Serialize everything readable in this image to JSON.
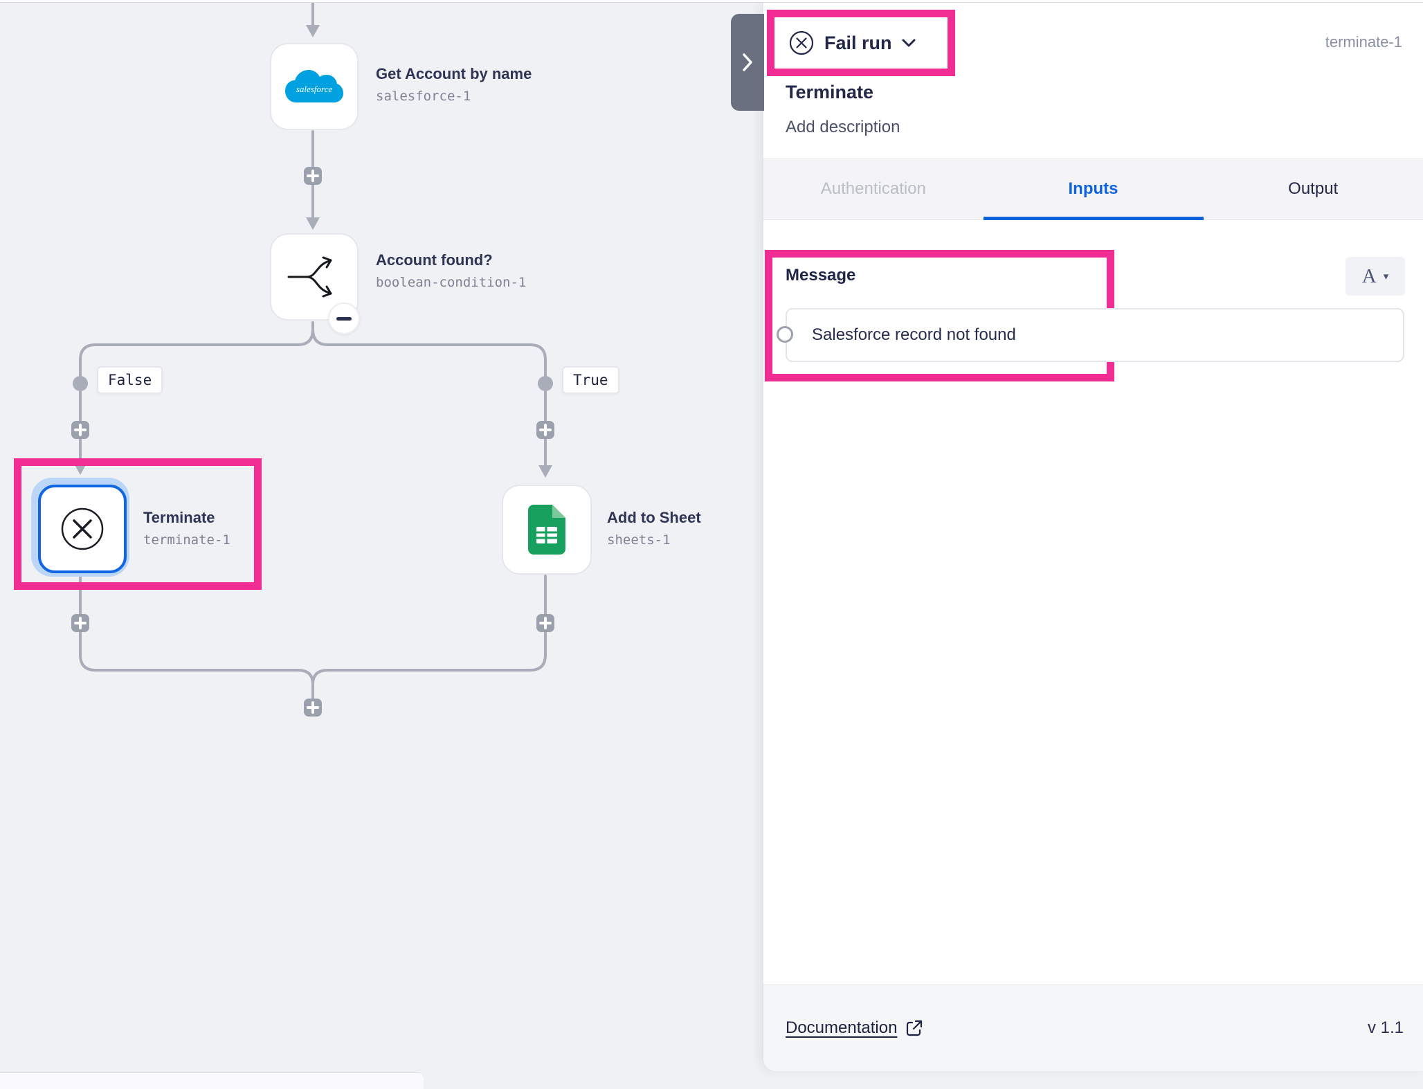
{
  "colors": {
    "accent_pink": "#F12D94",
    "primary_blue": "#0F62DD",
    "selected_node_border": "#1266E3",
    "connector_gray": "#A9ADB9",
    "salesforce_blue": "#00A1E0",
    "sheets_green": "#17A05E"
  },
  "canvas": {
    "nodes": [
      {
        "title": "Get Account by name",
        "subtitle": "salesforce-1"
      },
      {
        "title": "Account found?",
        "subtitle": "boolean-condition-1"
      },
      {
        "title": "Terminate",
        "subtitle": "terminate-1"
      },
      {
        "title": "Add to Sheet",
        "subtitle": "sheets-1"
      }
    ],
    "branches": {
      "false_label": "False",
      "true_label": "True"
    }
  },
  "panel": {
    "action_selector_label": "Fail run",
    "step_id": "terminate-1",
    "step_title": "Terminate",
    "description_placeholder": "Add description",
    "tabs": [
      {
        "label": "Authentication"
      },
      {
        "label": "Inputs"
      },
      {
        "label": "Output"
      }
    ],
    "active_tab": "Inputs",
    "inputs_tab": {
      "message_label": "Message",
      "message_value": "Salesforce record not found",
      "format_button_label": "A"
    },
    "footer": {
      "documentation_label": "Documentation",
      "version": "v 1.1"
    }
  }
}
